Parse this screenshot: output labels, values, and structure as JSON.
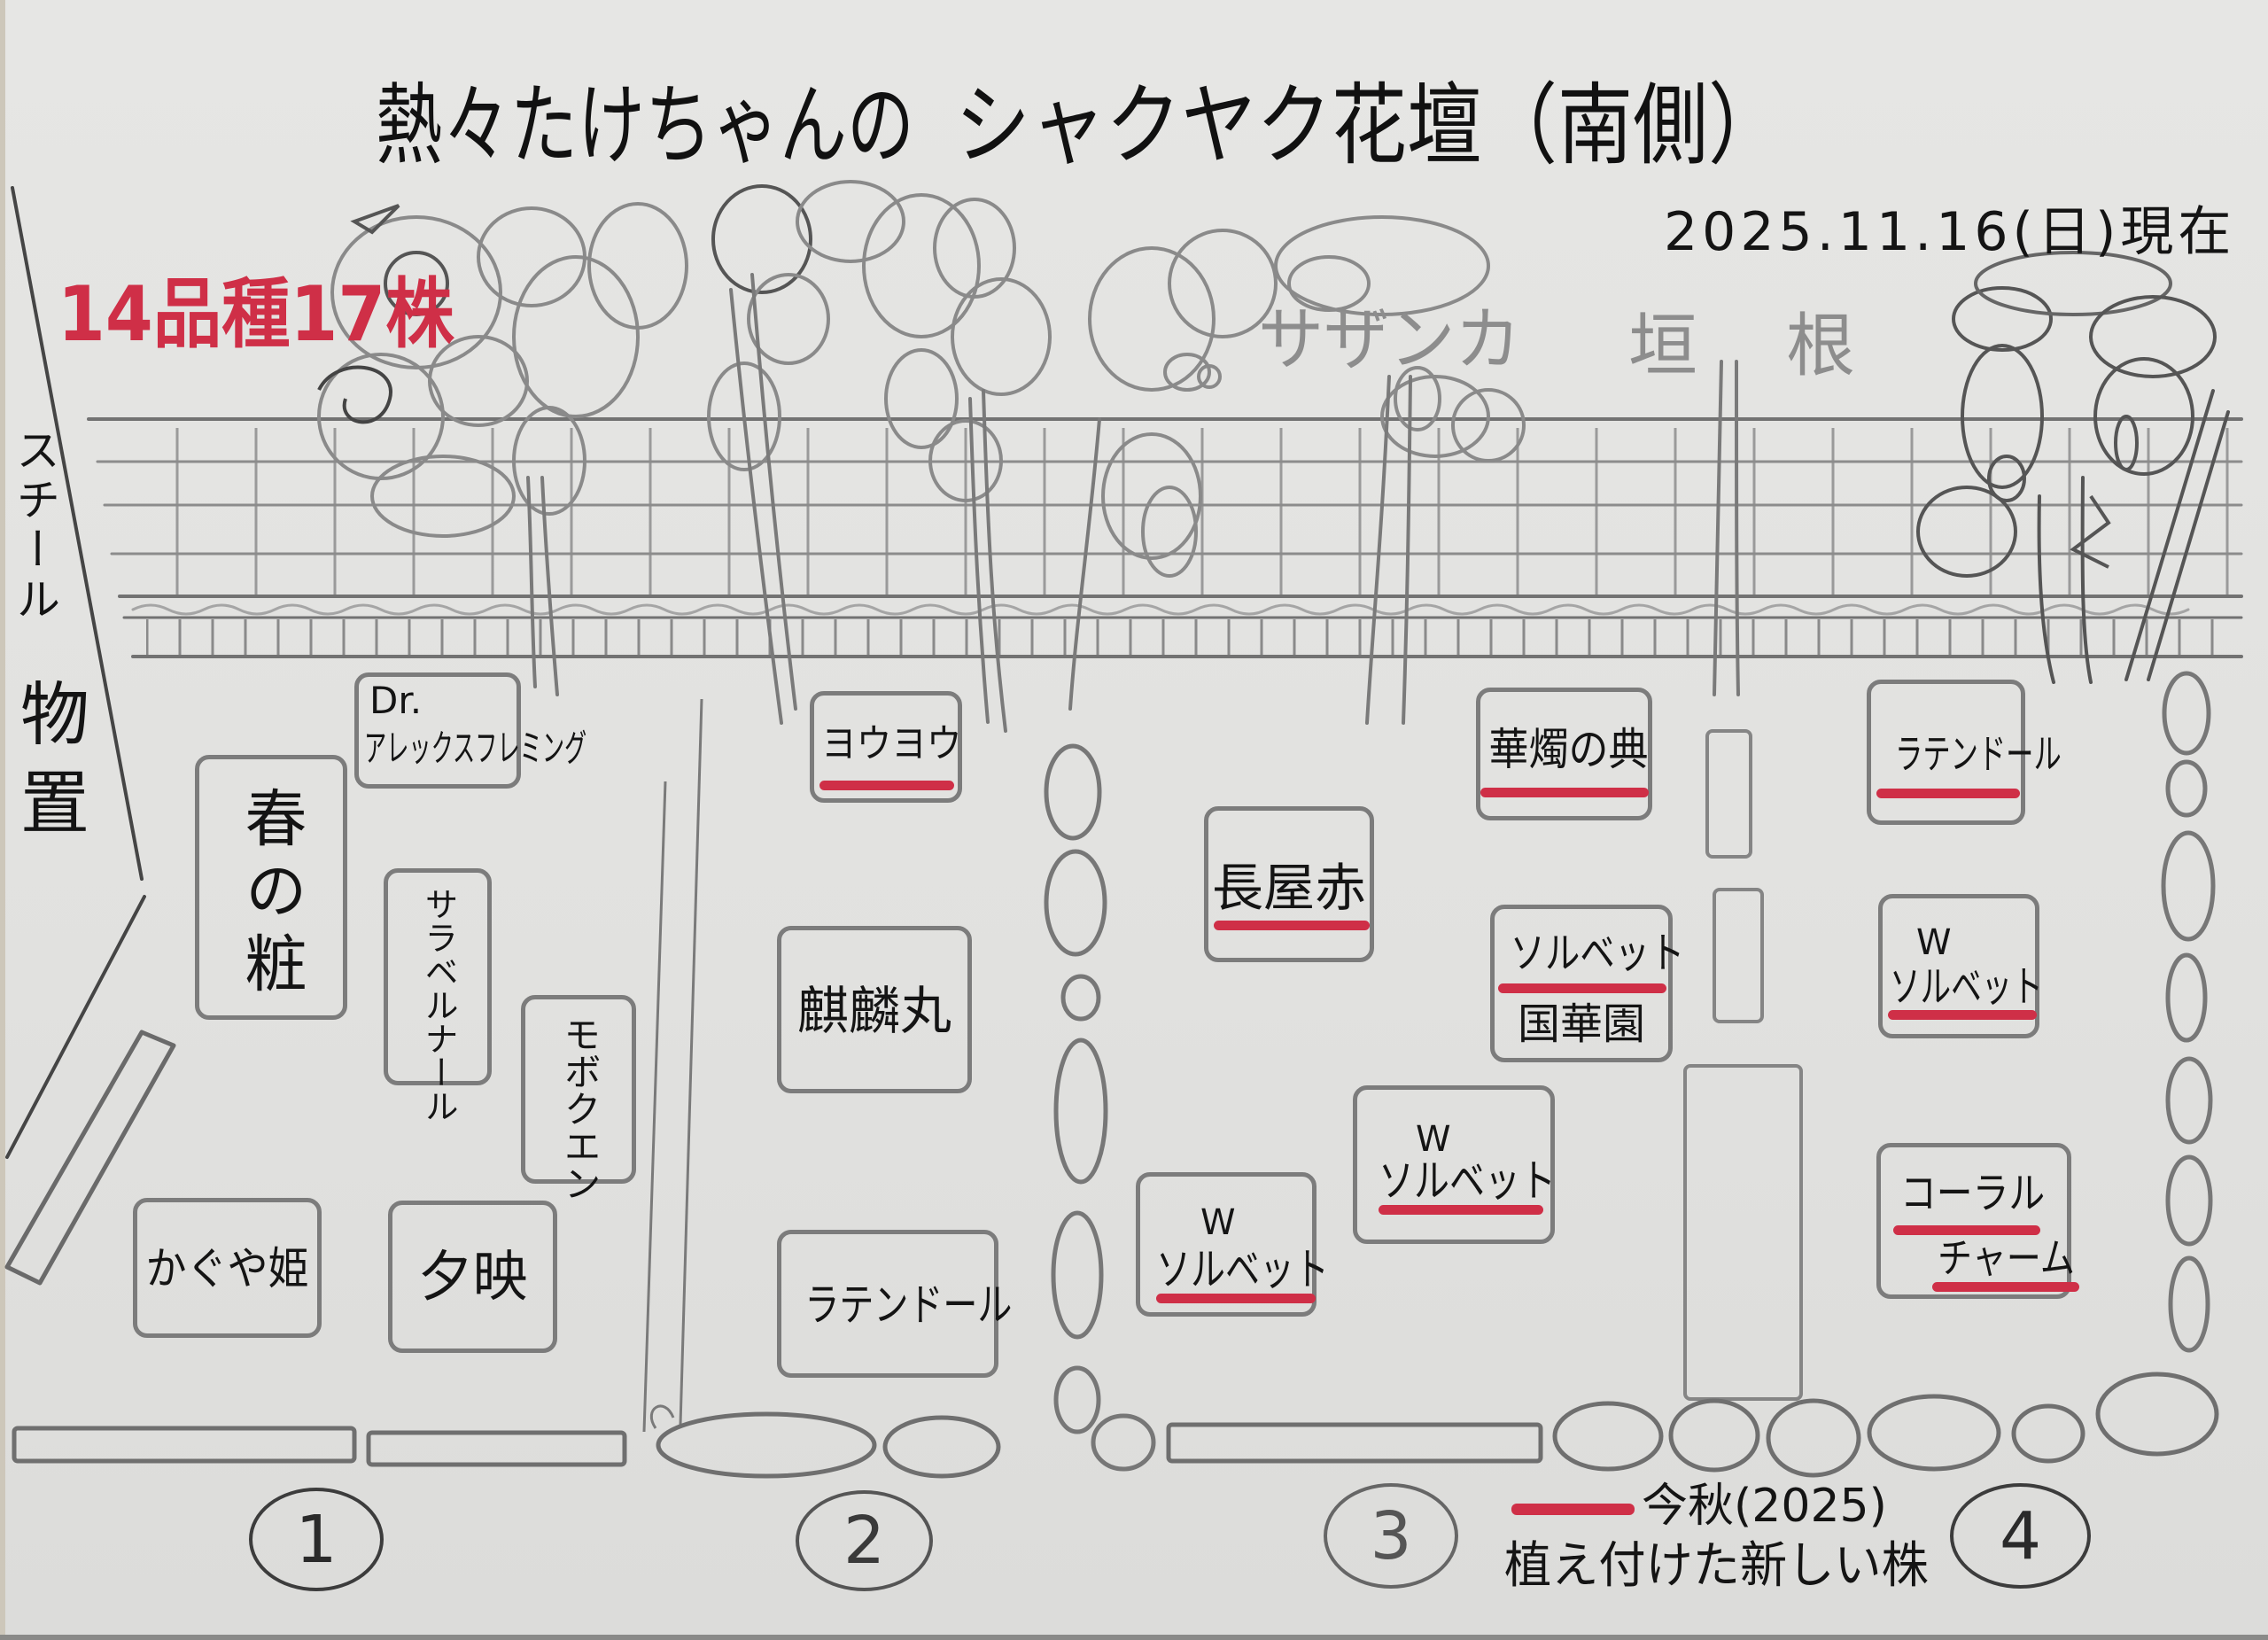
{
  "title": {
    "owner": "熱々たけちゃんの",
    "main": "シャクヤク花壇（南側）"
  },
  "date_label": "2025.11.16(日)現在",
  "summary": {
    "label": "14品種17株",
    "varieties": 14,
    "plants": 17
  },
  "landmarks": {
    "steel": "スチール",
    "shed": "物置",
    "hedge_name": "サザンカ",
    "hedge_type": "垣根"
  },
  "zones": [
    {
      "number": "1",
      "plants": [
        {
          "prefix": "Dr.",
          "name": "アレックスフレミング",
          "new": false
        },
        {
          "name": "春の粧",
          "new": false
        },
        {
          "name": "サラベルナール",
          "new": false
        },
        {
          "name": "モボクエン",
          "new": false
        },
        {
          "name": "かぐや姫",
          "new": false
        },
        {
          "name": "夕映",
          "new": false
        }
      ]
    },
    {
      "number": "2",
      "plants": [
        {
          "name": "ヨウヨウ",
          "new": true
        },
        {
          "name": "麒麟丸",
          "new": false
        },
        {
          "name": "ラテンドール",
          "new": false
        }
      ]
    },
    {
      "number": "3",
      "plants": [
        {
          "name": "華燭の典",
          "new": true
        },
        {
          "name": "長屋赤",
          "new": true
        },
        {
          "name": "ソルベット",
          "sub": "国華園",
          "new": true
        },
        {
          "prefix": "W",
          "name": "ソルベット",
          "new": true
        },
        {
          "prefix": "W",
          "name": "ソルベット",
          "new": true
        }
      ]
    },
    {
      "number": "4",
      "plants": [
        {
          "name": "ラテンドール",
          "new": true
        },
        {
          "prefix": "W",
          "name": "ソルベット",
          "new": true
        },
        {
          "name": "コーラル",
          "line2": "チャーム",
          "new": true
        }
      ]
    }
  ],
  "legend": {
    "line1": "今秋(2025)",
    "line2": "植え付けた新しい株"
  },
  "colors": {
    "new_marker": "#cf2f47",
    "ink": "#141414",
    "pencil": "#7c7c7c",
    "paper": "#e3e3e1"
  }
}
